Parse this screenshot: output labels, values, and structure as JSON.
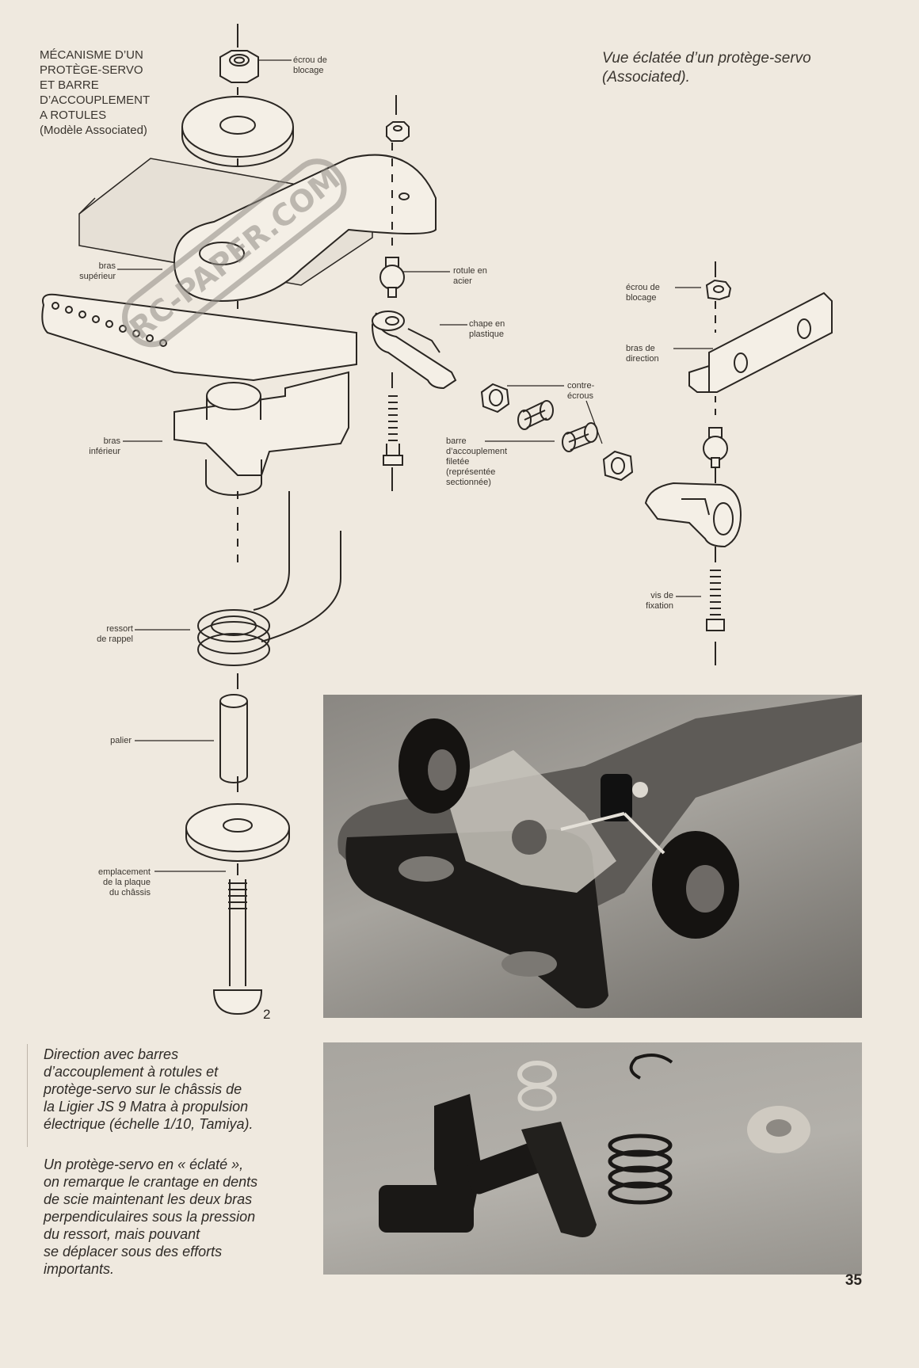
{
  "header": {
    "title_lines": [
      "MÉCANISME D’UN",
      "PROTÈGE-SERVO",
      "ET BARRE",
      "D’ACCOUPLEMENT",
      "A ROTULES",
      "(Modèle Associated)"
    ],
    "subtitle_lines": [
      "Vue éclatée d’un protège-servo",
      "(Associated)."
    ]
  },
  "watermark": {
    "text": "RC-PAPER.COM"
  },
  "figure_number": "2",
  "labels": {
    "ecrou_blocage_top": [
      "écrou de",
      "blocage"
    ],
    "bras_superieur": [
      "bras",
      "supérieur"
    ],
    "rotule_acier": [
      "rotule en",
      "acier"
    ],
    "chape_plastique": [
      "chape en",
      "plastique"
    ],
    "contre_ecrous": [
      "contre-",
      "écrous"
    ],
    "barre_accouplement": [
      "barre",
      "d’accouplement",
      "filetée",
      "(représentée",
      "sectionnée)"
    ],
    "bras_inferieur": [
      "bras",
      "inférieur"
    ],
    "ecrou_blocage_right": [
      "écrou de",
      "blocage"
    ],
    "bras_direction": [
      "bras de",
      "direction"
    ],
    "vis_fixation": [
      "vis de",
      "fixation"
    ],
    "ressort_rappel": [
      "ressort",
      "de rappel"
    ],
    "palier": [
      "palier"
    ],
    "emplacement": [
      "emplacement",
      "de la plaque",
      "du châssis"
    ]
  },
  "captions": {
    "photo1": [
      "Direction avec barres",
      "d’accouplement à rotules et",
      "protège-servo sur le châssis de",
      "la Ligier JS 9 Matra à propulsion",
      "électrique (échelle 1/10, Tamiya)."
    ],
    "photo2": [
      "Un protège-servo en « éclaté »,",
      "on remarque le crantage en dents",
      "de scie maintenant les deux bras",
      "perpendiculaires sous la pression",
      "du ressort, mais pouvant",
      "se déplacer sous des efforts",
      "importants."
    ]
  },
  "page_number": "35",
  "colors": {
    "paper": "#efe9df",
    "ink": "#2a2622",
    "watermark": "#8f8a83"
  }
}
